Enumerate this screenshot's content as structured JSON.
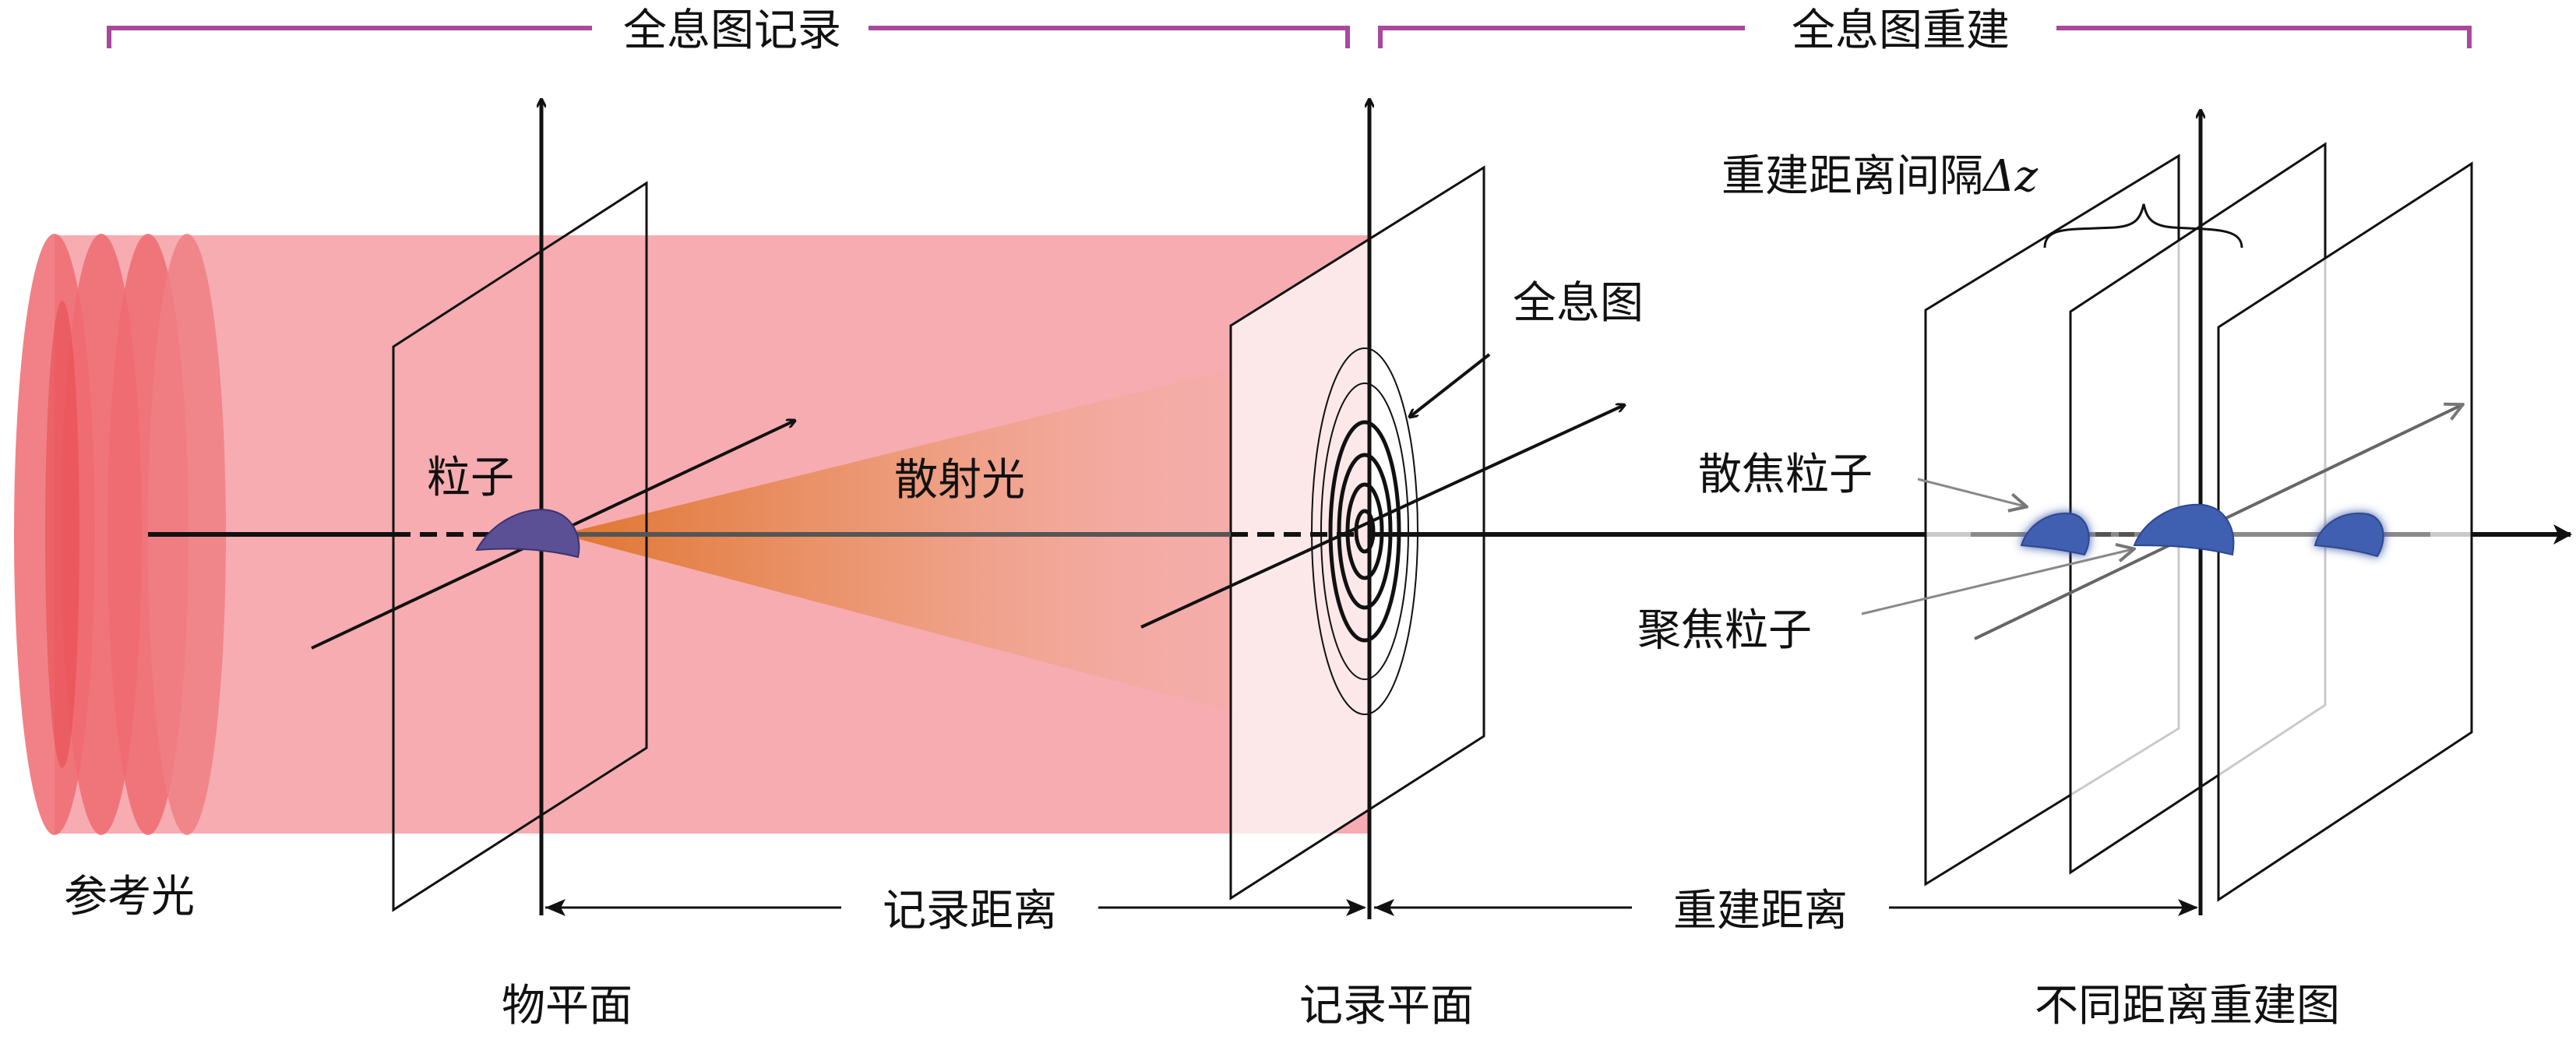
{
  "sections": {
    "recording": "全息图记录",
    "reconstruction": "全息图重建"
  },
  "labels": {
    "reference_light": "参考光",
    "particle": "粒子",
    "scattered_light": "散射光",
    "hologram": "全息图",
    "recon_interval": "重建距离间隔",
    "recon_interval_symbol": "Δz",
    "defocused_particle": "散焦粒子",
    "focused_particle": "聚焦粒子",
    "recording_distance": "记录距离",
    "reconstruction_distance": "重建距离",
    "object_plane": "物平面",
    "recording_plane": "记录平面",
    "reconstruction_planes": "不同距离重建图"
  },
  "colors": {
    "beam": "#f6a8ad",
    "wave_front": "#e8484f",
    "scatter_start": "#e0752f",
    "bracket": "#a9489c",
    "particle": "#3f5fb0",
    "particle_object": "#5b4f96"
  }
}
